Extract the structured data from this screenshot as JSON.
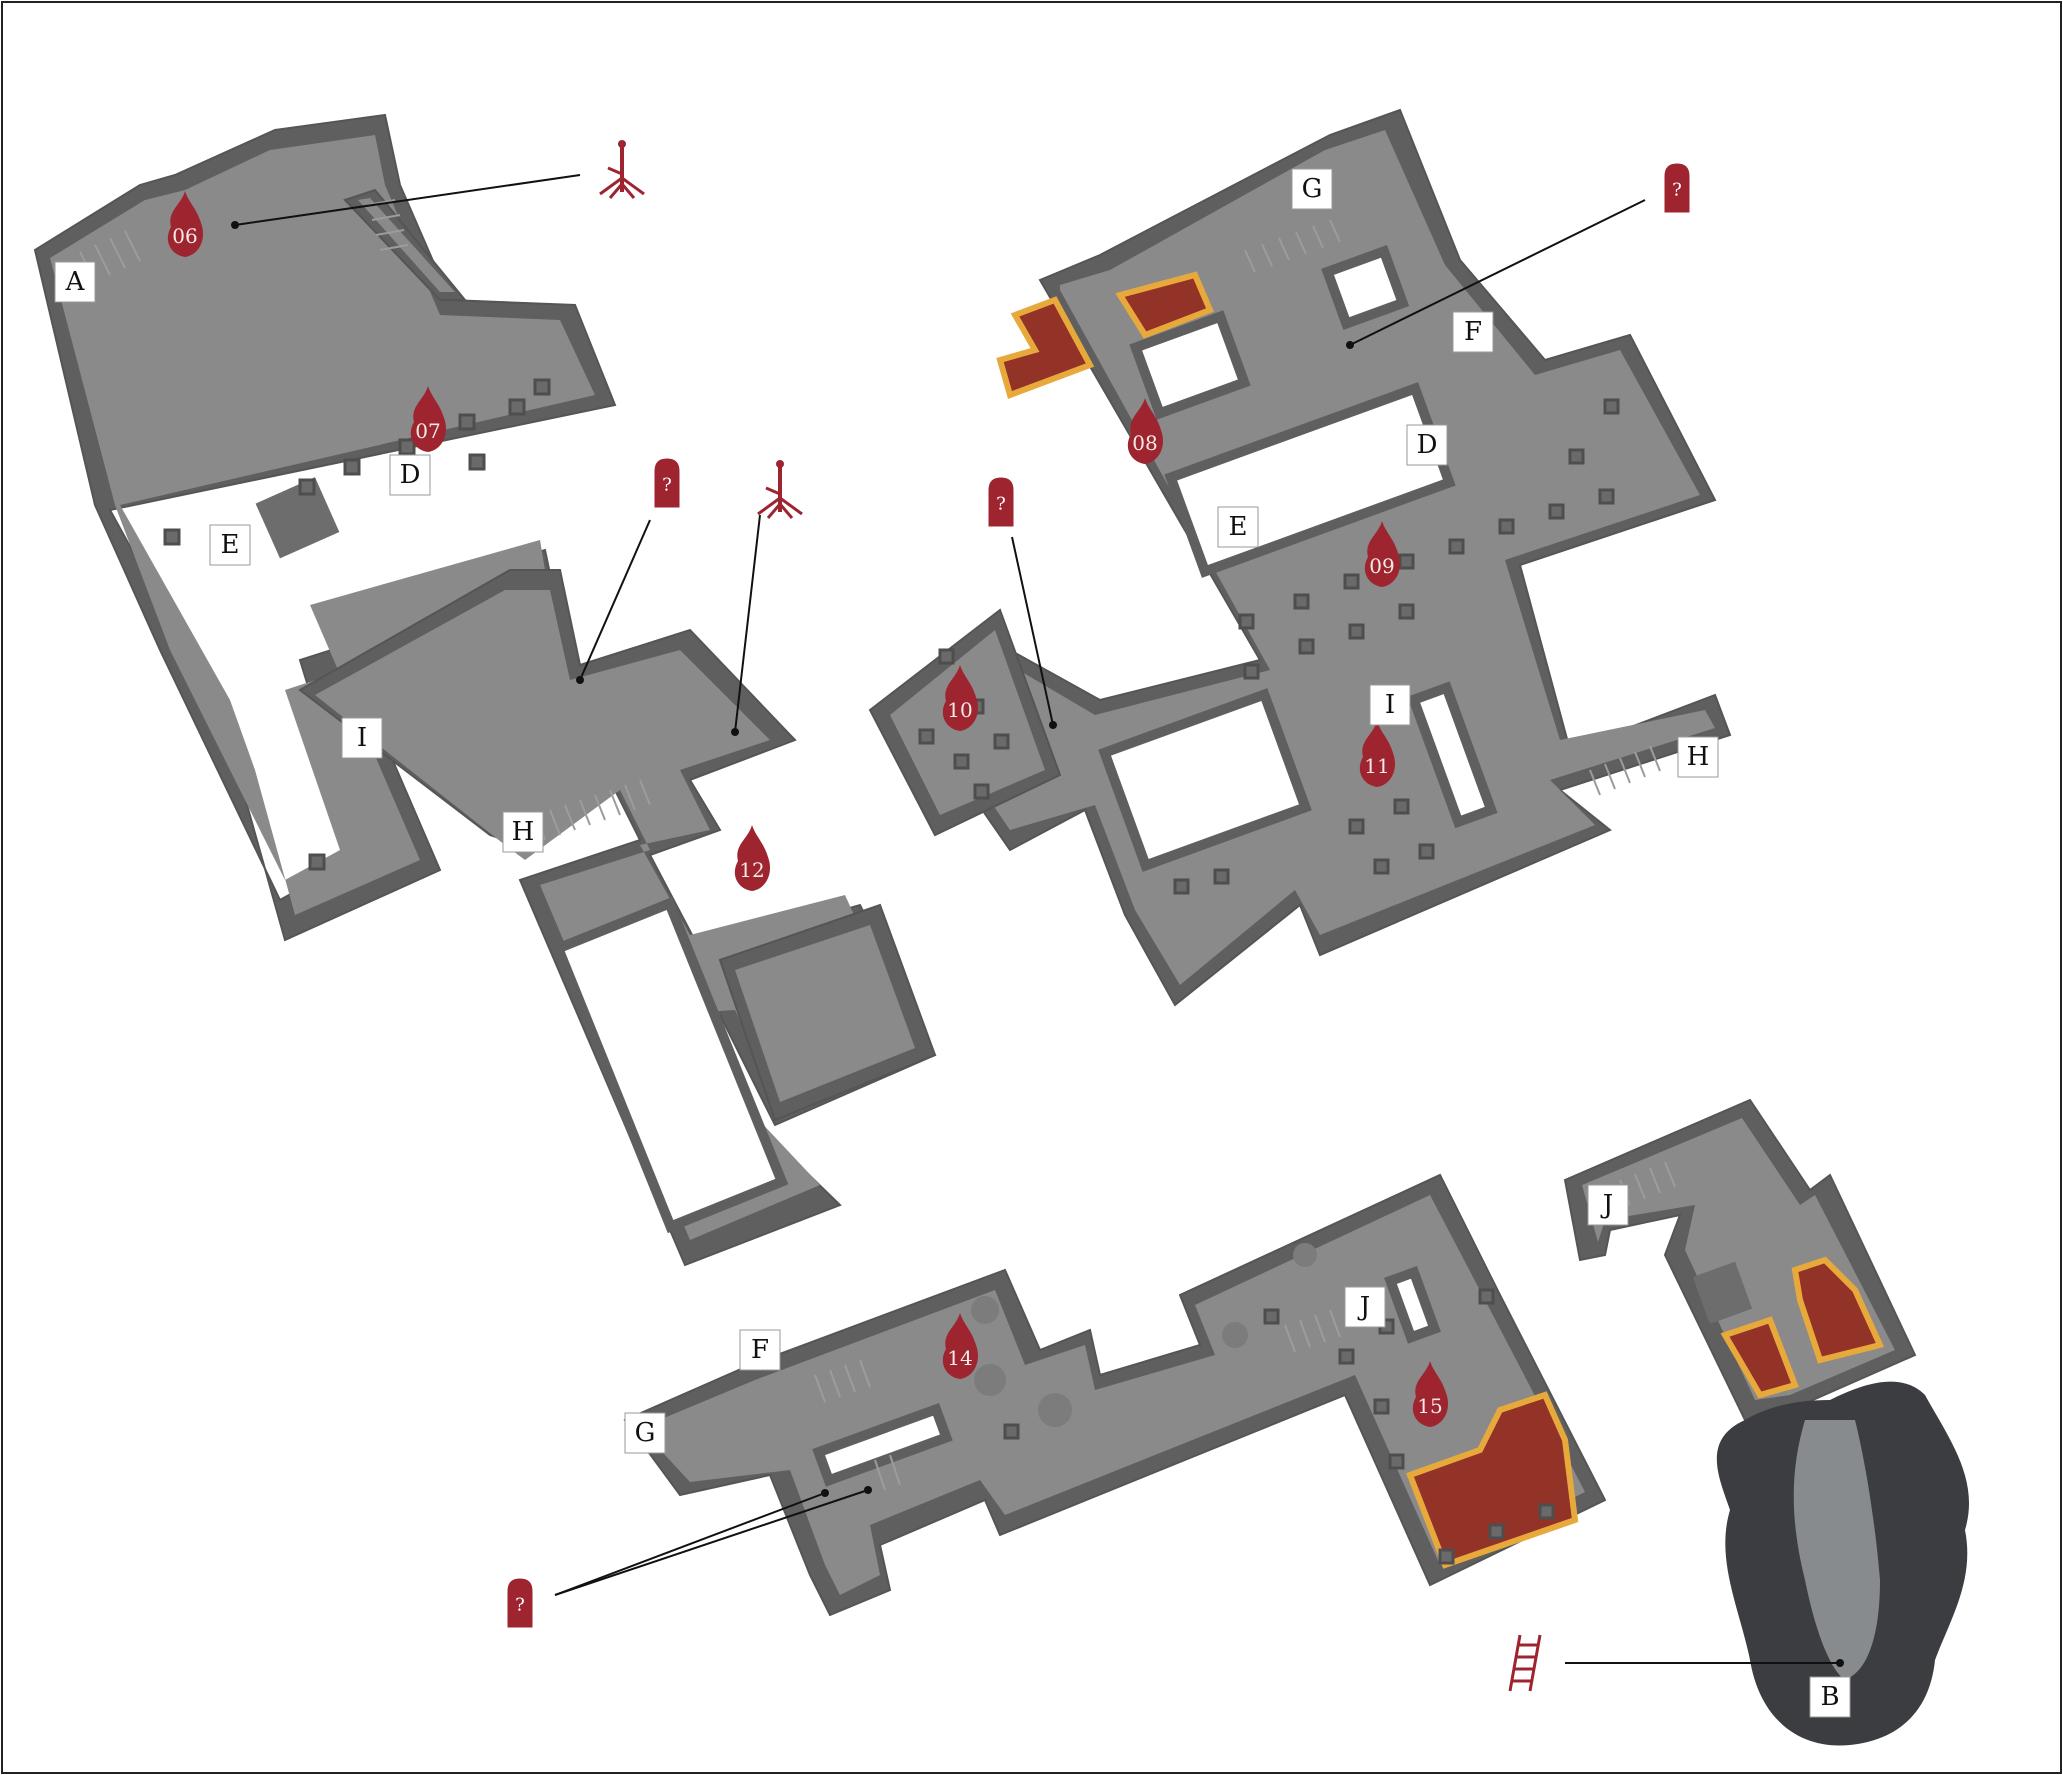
{
  "colors": {
    "wall": "#5f5f5f",
    "floor": "#8a8a8a",
    "lava": "#933227",
    "lava_edge": "#e8a93c",
    "marker": "#9e2530",
    "cave": "#3b3d40"
  },
  "rooms": [
    "06",
    "07",
    "08",
    "09",
    "10",
    "11",
    "12",
    "14",
    "15"
  ],
  "labels": {
    "a": "A",
    "b": "B",
    "d1": "D",
    "d2": "D",
    "e1": "E",
    "e2": "E",
    "f1": "F",
    "f2": "F",
    "g1": "G",
    "g2": "G",
    "h1": "H",
    "h2": "H",
    "i1": "I",
    "i2": "I",
    "j1": "J",
    "j2": "J"
  },
  "icons": {
    "secret": "secret-door-icon",
    "ritual": "ritual-tree-icon",
    "ladder": "ladder-icon"
  }
}
